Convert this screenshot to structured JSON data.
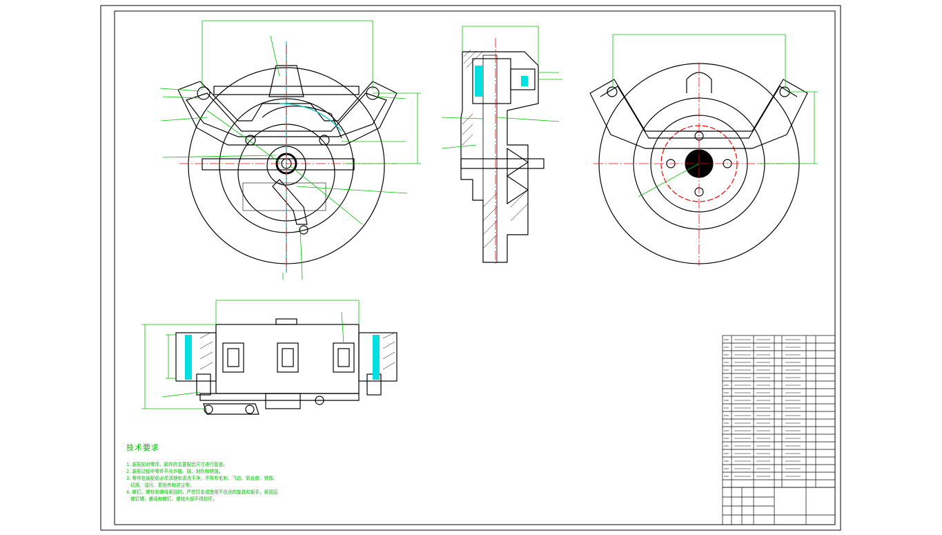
{
  "drawing": {
    "tech_title": "技术要求",
    "tech_lines": [
      "1. 装配前对零件、部件的主要配合尺寸进行复查。",
      "2. 装配过程中零件不允许磕、碰、划伤和锈蚀。",
      "3. 零件在装配前必须清理和清洗干净，不得有毛刺、飞边、氧化皮、锈蚀、",
      "   切屑、油污、着色剂和灰尘等。",
      "4. 螺钉、螺栓和螺母紧固时，严禁打击或使用不合适的旋具和扳手。紧固后",
      "   螺钉槽、螺母和螺钉、螺栓头部不得损坏。"
    ]
  },
  "colors": {
    "paper": "#ffffff",
    "border": "#000000",
    "line": "#000000",
    "dim": "#00c000",
    "center": "#ff0000",
    "section": "#00c8c8",
    "text": "#00c000"
  }
}
